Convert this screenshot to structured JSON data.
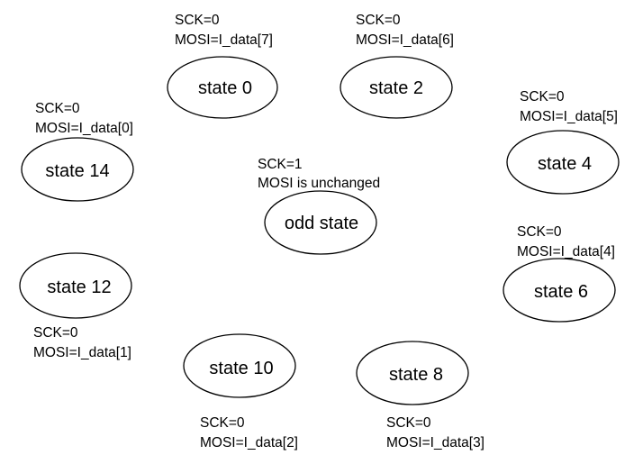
{
  "states": [
    {
      "id": "s0",
      "label": "state 0",
      "note": [
        "SCK=0",
        "MOSI=I_data[7]"
      ]
    },
    {
      "id": "s2",
      "label": "state 2",
      "note": [
        "SCK=0",
        "MOSI=I_data[6]"
      ]
    },
    {
      "id": "s4",
      "label": "state 4",
      "note": [
        "SCK=0",
        "MOSI=I_data[5]"
      ]
    },
    {
      "id": "s6",
      "label": "state 6",
      "note": [
        "SCK=0",
        "MOSI=I_data[4]"
      ]
    },
    {
      "id": "s8",
      "label": "state 8",
      "note": [
        "SCK=0",
        "MOSI=I_data[3]"
      ]
    },
    {
      "id": "s10",
      "label": "state 10",
      "note": [
        "SCK=0",
        "MOSI=I_data[2]"
      ]
    },
    {
      "id": "s12",
      "label": "state 12",
      "note": [
        "SCK=0",
        "MOSI=I_data[1]"
      ]
    },
    {
      "id": "s14",
      "label": "state 14",
      "note": [
        "SCK=0",
        "MOSI=I_data[0]"
      ]
    },
    {
      "id": "odd",
      "label": "odd state",
      "note": [
        "SCK=1",
        "MOSI is unchanged"
      ]
    }
  ]
}
